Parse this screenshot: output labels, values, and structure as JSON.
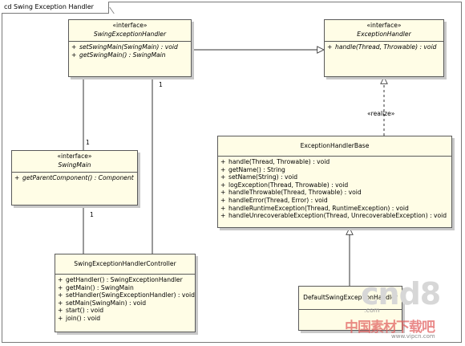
{
  "diagram": {
    "frame_label": "cd Swing Exception Handler",
    "classes": {
      "swing_exception_handler": {
        "stereotype": "«interface»",
        "name": "SwingExceptionHandler",
        "ops": [
          {
            "vis": "+",
            "sig": "setSwingMain(SwingMain) : void"
          },
          {
            "vis": "+",
            "sig": "getSwingMain() : SwingMain"
          }
        ]
      },
      "exception_handler": {
        "stereotype": "«interface»",
        "name": "ExceptionHandler",
        "ops": [
          {
            "vis": "+",
            "sig": "handle(Thread, Throwable) : void"
          }
        ]
      },
      "swing_main": {
        "stereotype": "«interface»",
        "name": "SwingMain",
        "ops": [
          {
            "vis": "+",
            "sig": "getParentComponent() : Component"
          }
        ]
      },
      "exception_handler_base": {
        "name": "ExceptionHandlerBase",
        "ops": [
          {
            "vis": "+",
            "sig": "handle(Thread, Throwable) : void"
          },
          {
            "vis": "+",
            "sig": "getName() : String"
          },
          {
            "vis": "+",
            "sig": "setName(String) : void"
          },
          {
            "vis": "+",
            "sig": "logException(Thread, Throwable) : void"
          },
          {
            "vis": "+",
            "sig": "handleThrowable(Thread, Throwable) : void"
          },
          {
            "vis": "+",
            "sig": "handleError(Thread, Error) : void"
          },
          {
            "vis": "+",
            "sig": "handleRuntimeException(Thread, RuntimeException) : void"
          },
          {
            "vis": "+",
            "sig": "handleUnrecoverableException(Thread, UnrecoverableException) : void"
          }
        ]
      },
      "controller": {
        "name": "SwingExceptionHandlerController",
        "ops": [
          {
            "vis": "+",
            "sig": "getHandler() : SwingExceptionHandler"
          },
          {
            "vis": "+",
            "sig": "getMain() : SwingMain"
          },
          {
            "vis": "+",
            "sig": "setHandler(SwingExceptionHandler) : void"
          },
          {
            "vis": "+",
            "sig": "setMain(SwingMain) : void"
          },
          {
            "vis": "+",
            "sig": "start() : void"
          },
          {
            "vis": "+",
            "sig": "join() : void"
          }
        ]
      },
      "default_handler": {
        "name": "DefaultSwingExceptionHandler"
      }
    },
    "labels": {
      "realize": "«realize»",
      "mult_controller_handler": "1",
      "mult_handler_main": "1",
      "mult_main_controller": "1"
    }
  },
  "watermark": {
    "brand": "cnd8",
    "domain": ".com",
    "cn_text": "中国素材下载吧",
    "url": "www.vipcn.com",
    "colors": {
      "brand": "#d7d7d7",
      "cn": "#e05a5a"
    }
  }
}
